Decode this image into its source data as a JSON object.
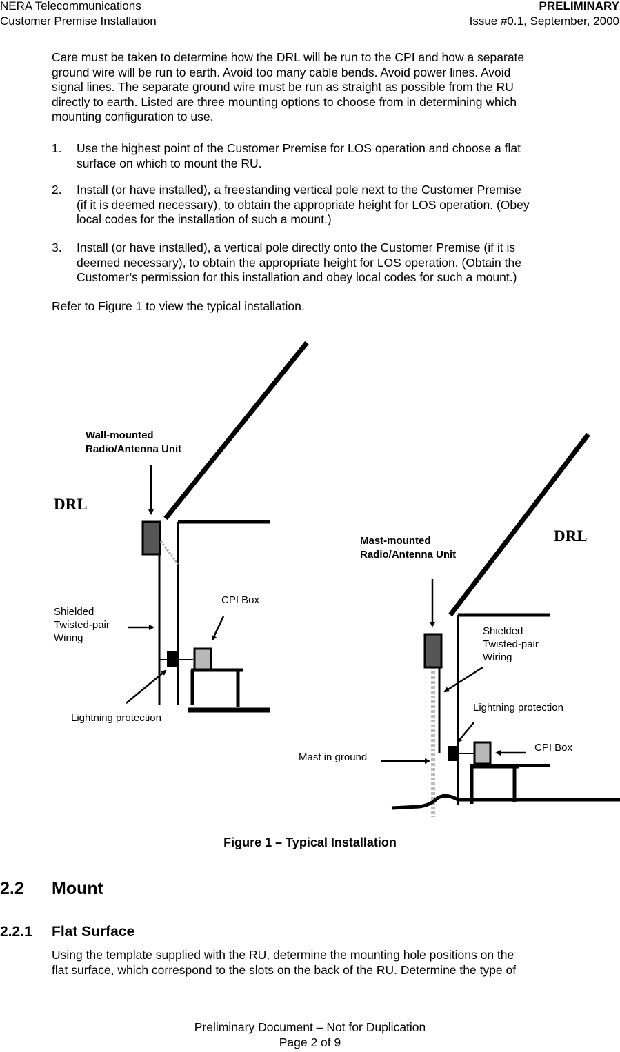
{
  "header": {
    "company": "NERA Telecommunications",
    "section": "Customer Premise Installation",
    "status": "PRELIMINARY",
    "issue": "Issue #0.1, September, 2000"
  },
  "intro_lines": [
    "Care must be taken to determine how the DRL will be run to the CPI and how a separate",
    "ground wire will be run to earth.  Avoid too many cable bends.  Avoid power lines.  Avoid",
    "signal lines.  The separate ground wire must be run as straight as possible from the RU",
    "directly to earth.  Listed are three mounting options to choose from in determining which",
    "mounting configuration to use."
  ],
  "options": [
    {
      "num": "1.",
      "lines": [
        "Use the highest point of the Customer Premise for LOS operation and choose a flat",
        "surface on which to mount the RU."
      ]
    },
    {
      "num": "2.",
      "lines": [
        "Install (or have installed), a freestanding vertical pole next to the Customer Premise",
        "(if it is deemed necessary), to obtain the appropriate height for LOS operation.  (Obey",
        "local codes for the installation of such a mount.)"
      ]
    },
    {
      "num": "3.",
      "lines": [
        "Install (or have installed), a vertical pole directly onto the Customer Premise (if it is",
        "deemed necessary), to obtain the appropriate height for LOS operation.  (Obtain the",
        "Customer’s permission for this installation and obey local codes for such a mount.)"
      ]
    }
  ],
  "refer_text": "Refer to Figure 1 to view the typical installation.",
  "figure": {
    "left": {
      "unit_label_1": "Wall-mounted",
      "unit_label_2": "Radio/Antenna Unit",
      "drl": "DRL",
      "cpi_box": "CPI Box",
      "wiring_1": "Shielded",
      "wiring_2": "Twisted-pair",
      "wiring_3": "Wiring",
      "lightning": "Lightning protection"
    },
    "right": {
      "unit_label_1": "Mast-mounted",
      "unit_label_2": "Radio/Antenna Unit",
      "drl": "DRL",
      "wiring_1": "Shielded",
      "wiring_2": "Twisted-pair",
      "wiring_3": "Wiring",
      "lightning": "Lightning protection",
      "cpi_box": "CPI Box",
      "mast": "Mast in ground"
    },
    "caption": "Figure 1 – Typical Installation"
  },
  "section_2_2": {
    "num": "2.2",
    "title": "Mount"
  },
  "section_2_2_1": {
    "num": "2.2.1",
    "title": "Flat Surface",
    "lines": [
      "Using the template supplied with the RU, determine the mounting hole positions on the",
      "flat surface, which correspond to the slots on the back of the RU.  Determine the type of"
    ]
  },
  "footer": {
    "line1": "Preliminary Document – Not for Duplication",
    "line2": "Page 2 of 9"
  }
}
